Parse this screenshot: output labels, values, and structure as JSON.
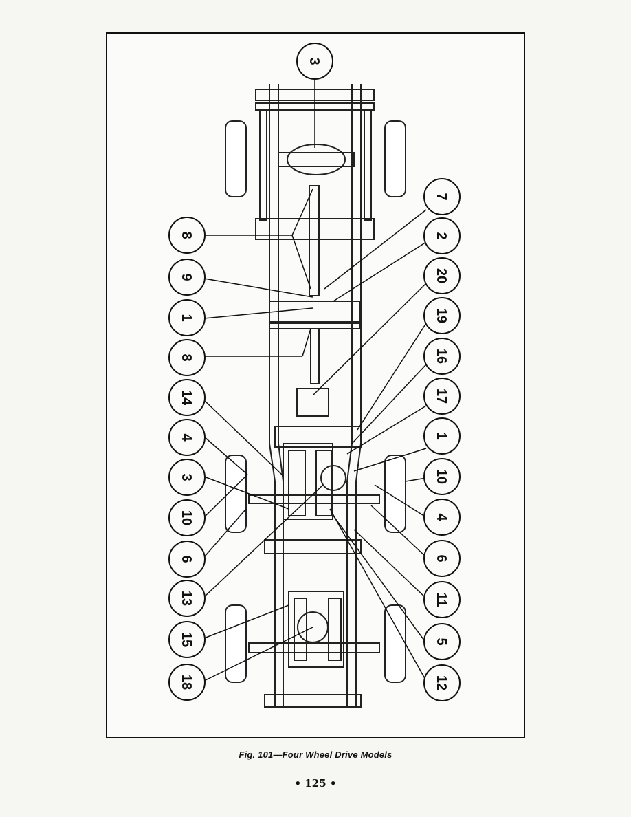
{
  "figure": {
    "caption": "Fig. 101—Four Wheel Drive Models",
    "page_number": "• 125 •"
  },
  "callouts": {
    "c3_top": "3",
    "c7": "7",
    "c2": "2",
    "c20": "20",
    "c19": "19",
    "c16": "16",
    "c17": "17",
    "c1_right": "1",
    "c10_right": "10",
    "c4_right": "4",
    "c6_right": "6",
    "c11": "11",
    "c5": "5",
    "c12": "12",
    "c8_upper": "8",
    "c9": "9",
    "c1_left": "1",
    "c8_lower": "8",
    "c14": "14",
    "c4_left": "4",
    "c3_left": "3",
    "c10_left": "10",
    "c6_left": "6",
    "c13": "13",
    "c15": "15",
    "c18": "18"
  }
}
